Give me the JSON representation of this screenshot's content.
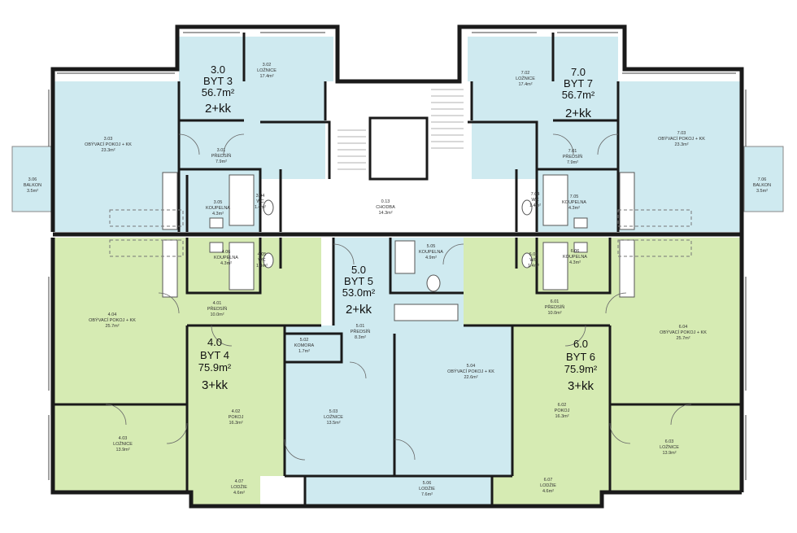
{
  "colors": {
    "apartment_blue": "#cfeaf0",
    "apartment_green": "#d6ebb3",
    "corridor": "#ffffff",
    "wall": "#1a1a1a"
  },
  "apartments": {
    "byt3": {
      "number": "3.0",
      "name": "BYT 3",
      "area": "56.7m²",
      "type": "2+kk"
    },
    "byt7": {
      "number": "7.0",
      "name": "BYT 7",
      "area": "56.7m²",
      "type": "2+kk"
    },
    "byt5": {
      "number": "5.0",
      "name": "BYT 5",
      "area": "53.0m²",
      "type": "2+kk"
    },
    "byt4": {
      "number": "4.0",
      "name": "BYT 4",
      "area": "75.9m²",
      "type": "3+kk"
    },
    "byt6": {
      "number": "6.0",
      "name": "BYT 6",
      "area": "75.9m²",
      "type": "3+kk"
    }
  },
  "rooms": {
    "r302": {
      "code": "3.02",
      "name": "LOŽNICE",
      "area": "17.4m²"
    },
    "r303": {
      "code": "3.03",
      "name": "OBÝVACÍ POKOJ + KK",
      "area": "23.3m²"
    },
    "r301": {
      "code": "3.01",
      "name": "PŘEDSÍŇ",
      "area": "7.9m²"
    },
    "r306": {
      "code": "3.06",
      "name": "BALKON",
      "area": "3.5m²"
    },
    "r305": {
      "code": "3.05",
      "name": "KOUPELNA",
      "area": "4.3m²"
    },
    "r304": {
      "code": "3.04",
      "name": "WC",
      "area": "1.4m²"
    },
    "r013": {
      "code": "0.13",
      "name": "CHODBA",
      "area": "14.3m²"
    },
    "r702": {
      "code": "7.02",
      "name": "LOŽNICE",
      "area": "17.4m²"
    },
    "r703": {
      "code": "7.03",
      "name": "OBÝVACÍ POKOJ + KK",
      "area": "23.3m²"
    },
    "r701": {
      "code": "7.01",
      "name": "PŘEDSÍŇ",
      "area": "7.9m²"
    },
    "r706": {
      "code": "7.06",
      "name": "BALKON",
      "area": "3.5m²"
    },
    "r704": {
      "code": "7.04",
      "name": "WC",
      "area": "1.4m²"
    },
    "r705": {
      "code": "7.05",
      "name": "KOUPELNA",
      "area": "4.3m²"
    },
    "r505": {
      "code": "5.05",
      "name": "KOUPELNA",
      "area": "4.9m²"
    },
    "r406": {
      "code": "4.06",
      "name": "KOUPELNA",
      "area": "4.3m²"
    },
    "r405": {
      "code": "4.05",
      "name": "WC",
      "area": "1.4m²"
    },
    "r401": {
      "code": "4.01",
      "name": "PŘEDSÍŇ",
      "area": "10.0m²"
    },
    "r404": {
      "code": "4.04",
      "name": "OBÝVACÍ POKOJ + KK",
      "area": "25.7m²"
    },
    "r402": {
      "code": "4.02",
      "name": "POKOJ",
      "area": "16.3m²"
    },
    "r403": {
      "code": "4.03",
      "name": "LOŽNICE",
      "area": "13.9m²"
    },
    "r407": {
      "code": "4.07",
      "name": "LODŽIE",
      "area": "4.6m²"
    },
    "r502": {
      "code": "5.02",
      "name": "KOMORA",
      "area": "1.7m²"
    },
    "r501": {
      "code": "5.01",
      "name": "PŘEDSÍŇ",
      "area": "8.3m²"
    },
    "r504": {
      "code": "5.04",
      "name": "OBÝVACÍ POKOJ + KK",
      "area": "22.6m²"
    },
    "r503": {
      "code": "5.03",
      "name": "LOŽNICE",
      "area": "13.5m²"
    },
    "r506": {
      "code": "5.06",
      "name": "LODŽIE",
      "area": "7.6m²"
    },
    "r605": {
      "code": "6.05",
      "name": "WC",
      "area": "1.4m²"
    },
    "r606": {
      "code": "6.06",
      "name": "KOUPELNA",
      "area": "4.3m²"
    },
    "r601": {
      "code": "6.01",
      "name": "PŘEDSÍŇ",
      "area": "10.0m²"
    },
    "r604": {
      "code": "6.04",
      "name": "OBÝVACÍ POKOJ + KK",
      "area": "25.7m²"
    },
    "r602": {
      "code": "6.02",
      "name": "POKOJ",
      "area": "16.3m²"
    },
    "r603": {
      "code": "6.03",
      "name": "LOŽNICE",
      "area": "13.9m²"
    },
    "r607": {
      "code": "6.07",
      "name": "LODŽIE",
      "area": "4.6m²"
    }
  }
}
